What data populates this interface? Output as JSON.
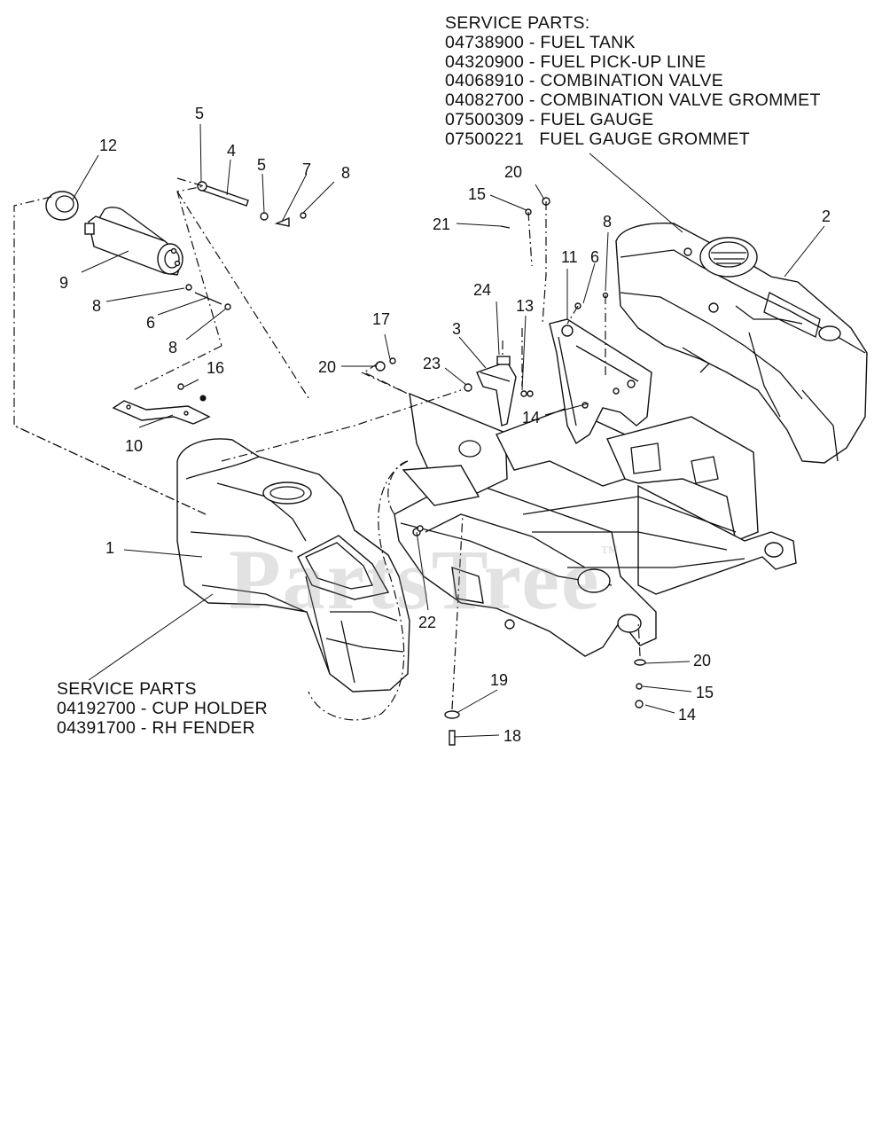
{
  "service_parts_top": {
    "heading": "SERVICE PARTS:",
    "items": [
      {
        "part": "04738900",
        "desc": "FUEL TANK",
        "sep": " - "
      },
      {
        "part": "04320900",
        "desc": "FUEL PICK-UP LINE",
        "sep": " - "
      },
      {
        "part": "04068910",
        "desc": "COMBINATION VALVE",
        "sep": " - "
      },
      {
        "part": "04082700",
        "desc": "COMBINATION VALVE GROMMET",
        "sep": " - "
      },
      {
        "part": "07500309",
        "desc": "FUEL GAUGE",
        "sep": " - "
      },
      {
        "part": "07500221",
        "desc": "FUEL GAUGE GROMMET",
        "sep": "   "
      }
    ]
  },
  "service_parts_bottom": {
    "heading": "SERVICE PARTS",
    "items": [
      {
        "part": "04192700",
        "desc": "CUP HOLDER",
        "sep": " - "
      },
      {
        "part": "04391700",
        "desc": "RH FENDER",
        "sep": " - "
      }
    ]
  },
  "watermark": {
    "text": "PartsTree",
    "mark": "™"
  },
  "callouts": [
    {
      "id": "c1",
      "label": "1"
    },
    {
      "id": "c2",
      "label": "2"
    },
    {
      "id": "c3",
      "label": "3"
    },
    {
      "id": "c4",
      "label": "4"
    },
    {
      "id": "c5a",
      "label": "5"
    },
    {
      "id": "c5b",
      "label": "5"
    },
    {
      "id": "c6a",
      "label": "6"
    },
    {
      "id": "c6b",
      "label": "6"
    },
    {
      "id": "c7",
      "label": "7"
    },
    {
      "id": "c8a",
      "label": "8"
    },
    {
      "id": "c8b",
      "label": "8"
    },
    {
      "id": "c8c",
      "label": "8"
    },
    {
      "id": "c8d",
      "label": "8"
    },
    {
      "id": "c9",
      "label": "9"
    },
    {
      "id": "c10",
      "label": "10"
    },
    {
      "id": "c11",
      "label": "11"
    },
    {
      "id": "c12",
      "label": "12"
    },
    {
      "id": "c13",
      "label": "13"
    },
    {
      "id": "c14a",
      "label": "14"
    },
    {
      "id": "c14b",
      "label": "14"
    },
    {
      "id": "c15a",
      "label": "15"
    },
    {
      "id": "c15b",
      "label": "15"
    },
    {
      "id": "c16",
      "label": "16"
    },
    {
      "id": "c17",
      "label": "17"
    },
    {
      "id": "c18",
      "label": "18"
    },
    {
      "id": "c19",
      "label": "19"
    },
    {
      "id": "c20a",
      "label": "20"
    },
    {
      "id": "c20b",
      "label": "20"
    },
    {
      "id": "c20c",
      "label": "20"
    },
    {
      "id": "c21",
      "label": "21"
    },
    {
      "id": "c22",
      "label": "22"
    },
    {
      "id": "c23",
      "label": "23"
    },
    {
      "id": "c24",
      "label": "24"
    }
  ]
}
